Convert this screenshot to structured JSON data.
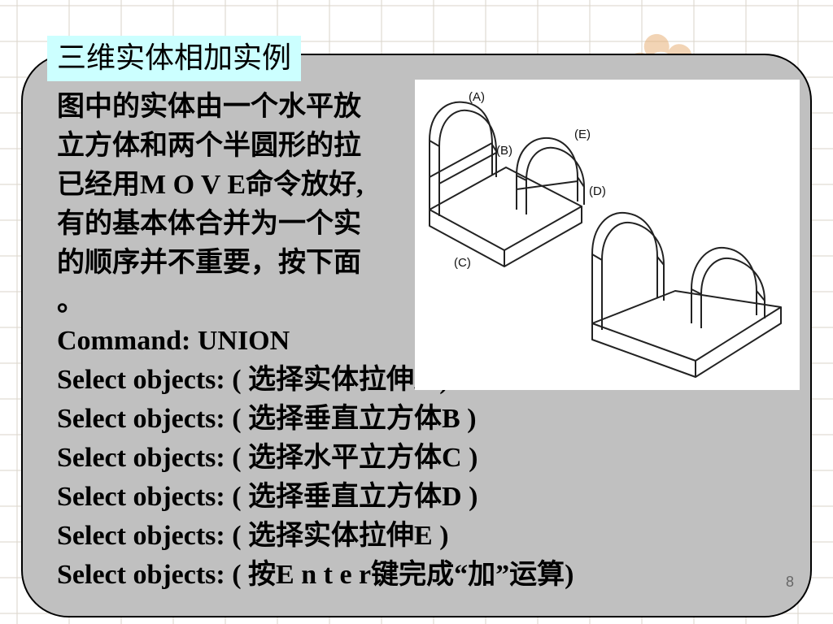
{
  "slide": {
    "title": "三维实体相加实例",
    "lines": [
      "图中的实体由一个水平放",
      "立方体和两个半圆形的拉",
      "已经用M O V E命令放好,",
      "有的基本体合并为一个实",
      "的顺序并不重要，按下面",
      "。",
      "Command: UNION",
      "Select objects: ( 选择实体拉伸A )",
      "Select objects: ( 选择垂直立方体B )",
      "Select objects: ( 选择水平立方体C )",
      "Select objects: ( 选择垂直立方体D )",
      "Select objects: ( 选择实体拉伸E )",
      "Select objects: ( 按E n t e r键完成“加”运算)"
    ],
    "page_number": "8"
  },
  "figure": {
    "labels": {
      "a": "(A)",
      "b": "(B)",
      "c": "(C)",
      "d": "(D)",
      "e": "(E)"
    }
  },
  "colors": {
    "panel": "#c0c0c0",
    "title_bg": "#ccffff"
  }
}
